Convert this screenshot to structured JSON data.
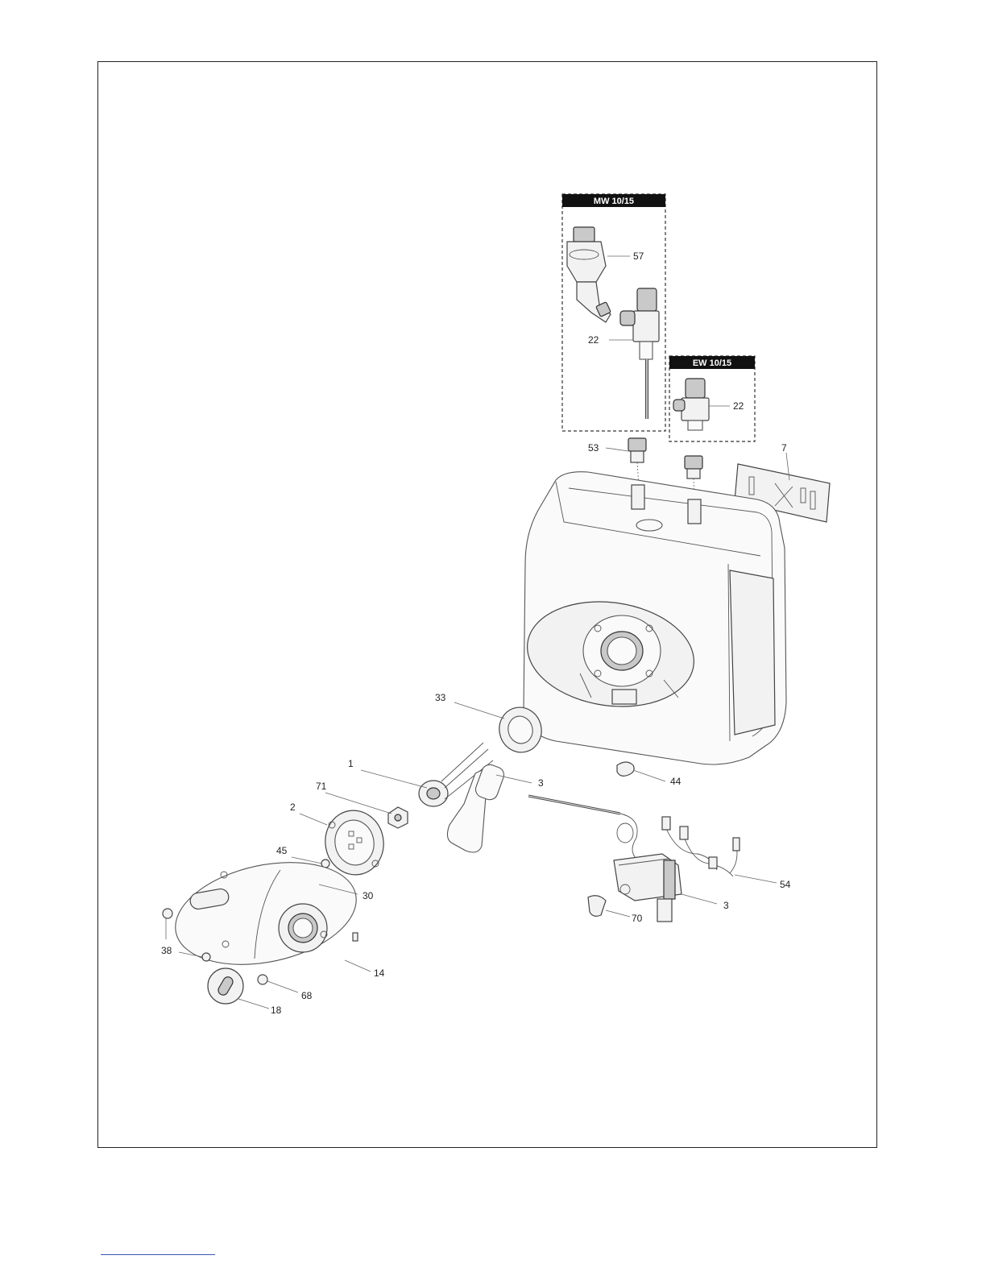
{
  "variants": [
    {
      "id": "mw",
      "title": "MW 10/15"
    },
    {
      "id": "ew",
      "title": "EW 10/15"
    }
  ],
  "callouts": [
    {
      "id": "c57",
      "label": "57",
      "part": "pressure-reducing-valve"
    },
    {
      "id": "c22a",
      "label": "22",
      "part": "safety-valve-mw"
    },
    {
      "id": "c22b",
      "label": "22",
      "part": "safety-valve-ew"
    },
    {
      "id": "c53",
      "label": "53",
      "part": "inlet-fitting"
    },
    {
      "id": "c7",
      "label": "7",
      "part": "wall-bracket"
    },
    {
      "id": "c33",
      "label": "33",
      "part": "flange-gasket"
    },
    {
      "id": "c1",
      "label": "1",
      "part": "heating-element-flange"
    },
    {
      "id": "c3a",
      "label": "3",
      "part": "heating-element"
    },
    {
      "id": "c44",
      "label": "44",
      "part": "clip"
    },
    {
      "id": "c71",
      "label": "71",
      "part": "nut"
    },
    {
      "id": "c2",
      "label": "2",
      "part": "flange-plate"
    },
    {
      "id": "c45",
      "label": "45",
      "part": "washer"
    },
    {
      "id": "c30",
      "label": "30",
      "part": "screw"
    },
    {
      "id": "c54",
      "label": "54",
      "part": "wiring-harness"
    },
    {
      "id": "c3b",
      "label": "3",
      "part": "thermostat"
    },
    {
      "id": "c70",
      "label": "70",
      "part": "thermostat-knob"
    },
    {
      "id": "c38",
      "label": "38",
      "part": "cap"
    },
    {
      "id": "c14",
      "label": "14",
      "part": "front-cover"
    },
    {
      "id": "c68",
      "label": "68",
      "part": "indicator-lamp"
    },
    {
      "id": "c18",
      "label": "18",
      "part": "control-knob"
    }
  ]
}
